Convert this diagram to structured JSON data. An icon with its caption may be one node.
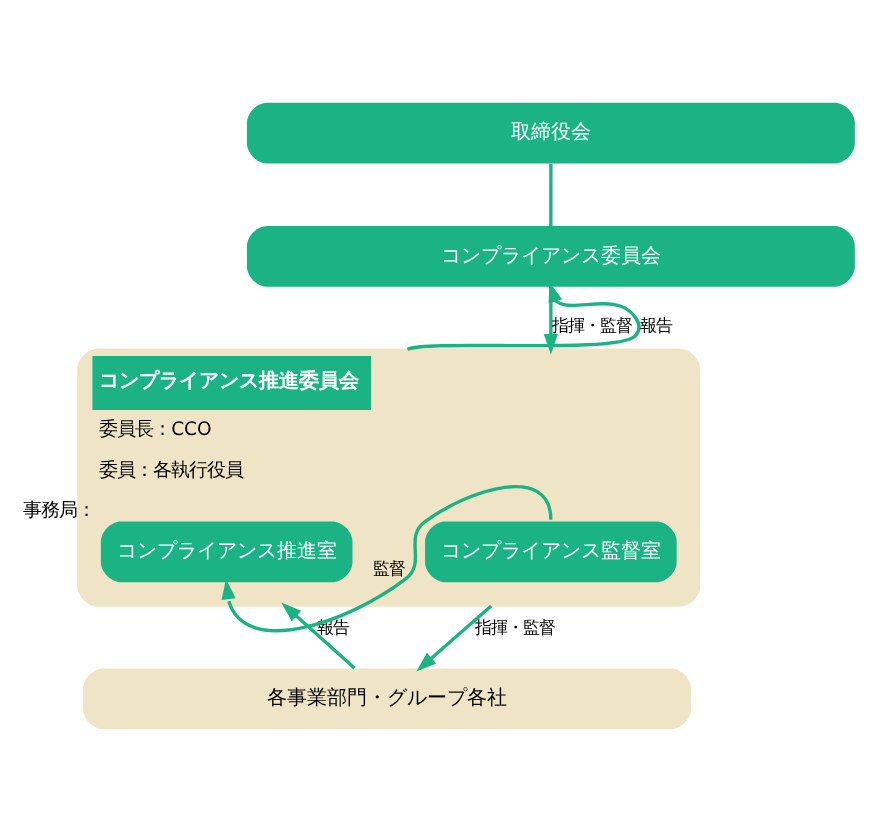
{
  "diagram": {
    "nodes": [
      {
        "text": [
          "取締役会"
        ]
      },
      {
        "text": [
          "コンプライアンス委員会"
        ]
      },
      {
        "text": [
          "コンプライアンス推進委員会",
          "委員長：CCO",
          "委員：各執行役員"
        ]
      },
      {
        "text": [
          "コンプライアンス推進室"
        ],
        "in": 2,
        "beside": [
          "事務局："
        ]
      },
      {
        "text": [
          "コンプライアンス監督室"
        ],
        "in": 2
      },
      {
        "text": [
          "各事業部門・グループ各社"
        ]
      }
    ],
    "edges": [
      {
        "from": 0,
        "to": 1,
        "arrow": "none"
      },
      {
        "from": 1,
        "to": 2,
        "arrow": "to",
        "label": "指揮・監督"
      },
      {
        "from": 2,
        "to": 1,
        "arrow": "to",
        "label": "報告"
      },
      {
        "from": 4,
        "to": 3,
        "arrow": "to",
        "label": "監督"
      },
      {
        "from": 5,
        "to": 2,
        "arrow": "to",
        "label": "報告"
      },
      {
        "from": 2,
        "to": 5,
        "arrow": "to",
        "label": "指揮・監督"
      }
    ]
  }
}
